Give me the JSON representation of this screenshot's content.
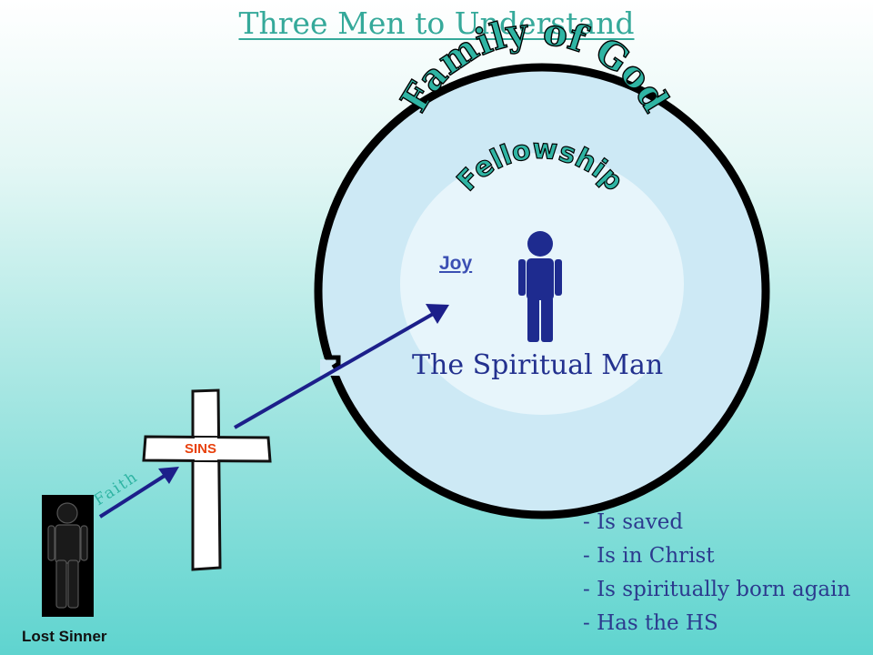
{
  "title": "Three Men to Understand",
  "outer_circle_label": "Family of God",
  "inner_circle_label": "Fellowship",
  "joy_label": "Joy",
  "spiritual_man_label": "The Spiritual Man",
  "cross_label": "SINS",
  "faith_label": "Faith",
  "lost_sinner_label": "Lost Sinner",
  "traits": [
    "Is saved",
    "Is in Christ",
    "Is spiritually born again",
    "Has the HS"
  ],
  "colors": {
    "title": "#35a99a",
    "outer_circle_fill": "#cde9f5",
    "inner_circle_fill": "#e7f5fb",
    "arc_text": "#2fb4a3",
    "arrow": "#1c1f8a",
    "spiritual_man_figure": "#1e2b8f",
    "sins_text": "#e8410d"
  }
}
